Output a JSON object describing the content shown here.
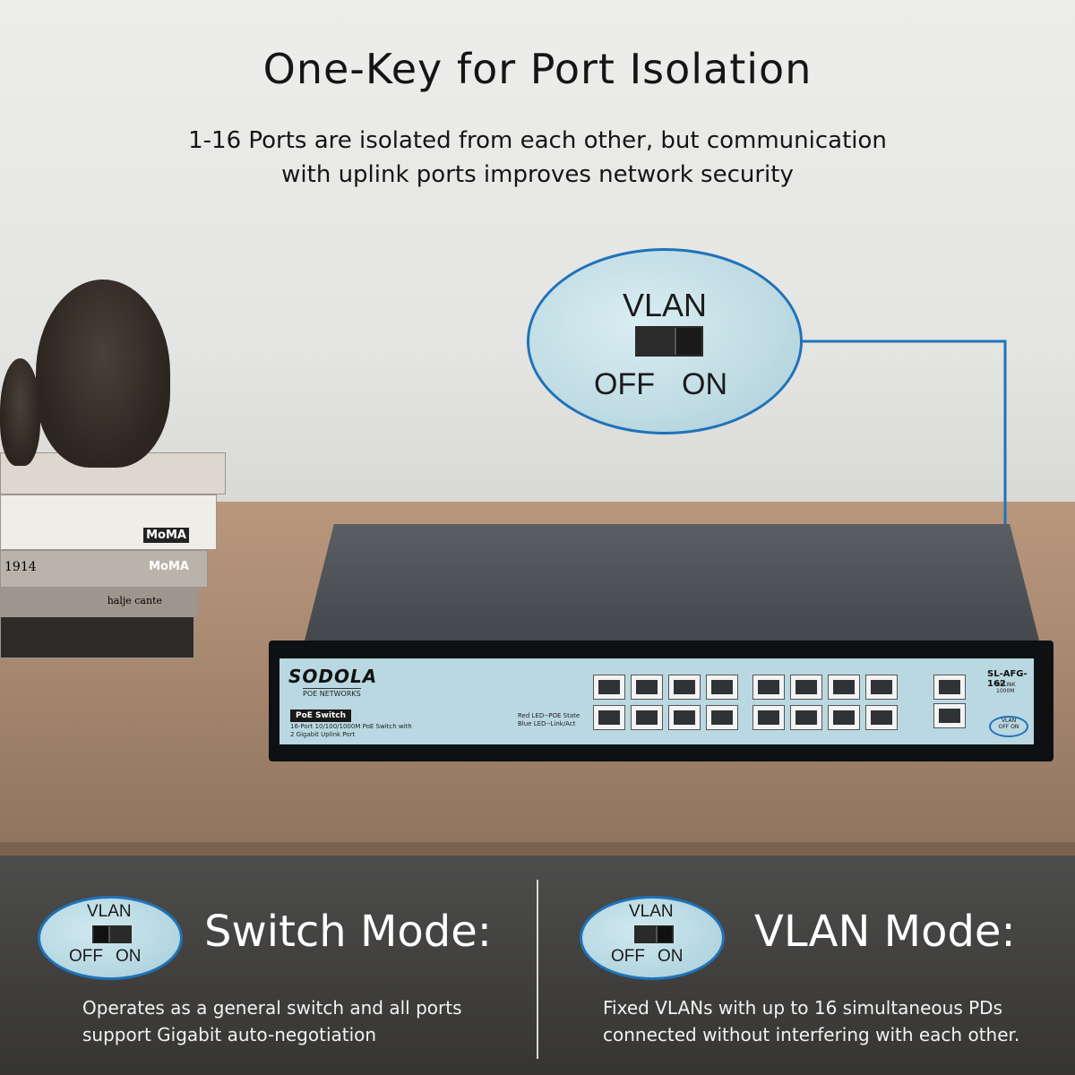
{
  "header": {
    "title": "One-Key for Port Isolation",
    "subtitle_line1": "1-16 Ports are isolated from each other, but communication",
    "subtitle_line2": "with uplink ports improves network security"
  },
  "callout": {
    "label": "VLAN",
    "off": "OFF",
    "on": "ON"
  },
  "device": {
    "brand": "SODOLA",
    "brand_sub": "POE NETWORKS",
    "badge": "PoE Switch",
    "desc_line1": "16-Port 10/100/1000M PoE Switch with",
    "desc_line2": "2 Gigabit Uplink Port",
    "led_line1": "Red LED--POE State",
    "led_line2": "Blue LED--Link/Act",
    "model": "SL-AFG-162",
    "model_sub": "UPLINK 1000M",
    "mini_vlan": "VLAN",
    "mini_off_on": "OFF ON"
  },
  "books": {
    "label1": "MoMA",
    "label2": "MoMA",
    "label3": "1914",
    "label4": "halje cante"
  },
  "modes": {
    "switch": {
      "badge_label": "VLAN",
      "badge_off": "OFF",
      "badge_on": "ON",
      "title": "Switch Mode:",
      "desc_line1": "Operates as a general switch and all ports",
      "desc_line2": "support Gigabit auto-negotiation"
    },
    "vlan": {
      "badge_label": "VLAN",
      "badge_off": "OFF",
      "badge_on": "ON",
      "title": "VLAN Mode:",
      "desc_line1": "Fixed VLANs with up to 16 simultaneous PDs",
      "desc_line2": "connected without interfering with each other."
    }
  },
  "colors": {
    "accent": "#1e73b9",
    "bubble": "#bfdbe3",
    "bottom_band": "#3f3e3c"
  }
}
